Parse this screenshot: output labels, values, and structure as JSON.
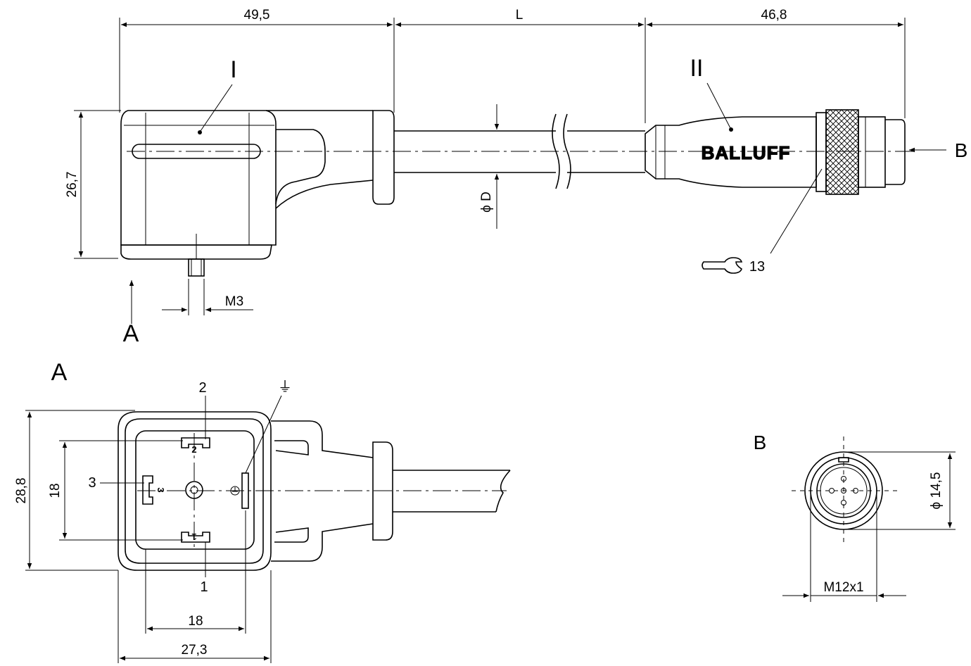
{
  "dimensions": {
    "housing_length": "49,5",
    "cable_length": "L",
    "connector_length": "46,8",
    "housing_height": "26,7",
    "cable_diameter": "D",
    "screw_thread": "M3",
    "face_height": "28,8",
    "pin_spacing_vertical": "18",
    "pin_spacing_horizontal": "18",
    "face_width": "27,3",
    "connector_diameter": "14,5",
    "connector_thread": "M12x1",
    "wrench_size": "13"
  },
  "labels": {
    "part_one": "I",
    "part_two": "II",
    "view_a_arrow": "A",
    "view_b_arrow": "B",
    "view_a_title": "A",
    "view_b_title": "B",
    "brand": "BALLUFF"
  },
  "pins": {
    "pin1": "1",
    "pin2": "2",
    "pin3": "3",
    "ground_symbol": "⏚"
  },
  "symbols": {
    "diameter": "ϕ",
    "wrench_icon": "open-end-wrench-icon"
  }
}
